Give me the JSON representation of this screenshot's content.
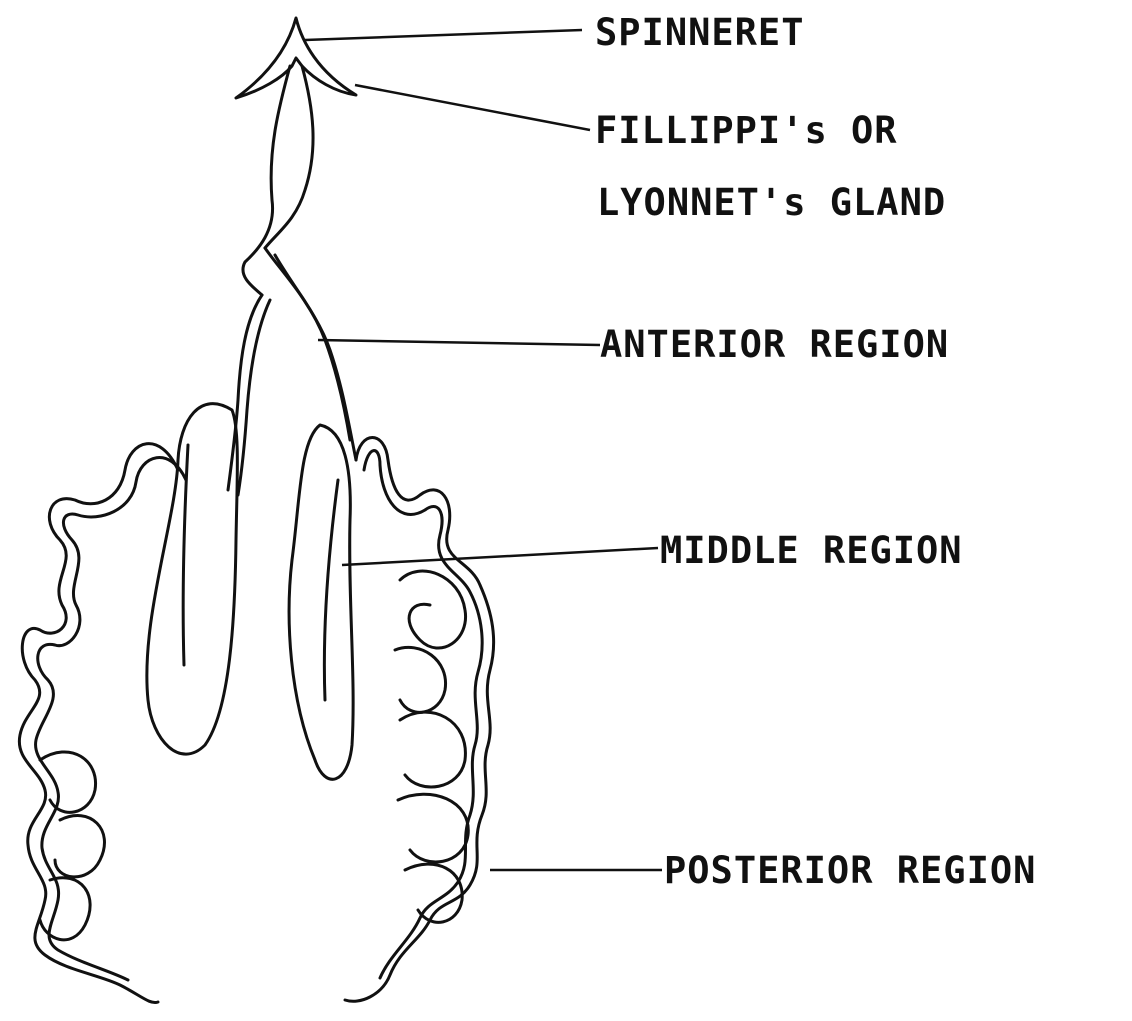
{
  "diagram": {
    "labels": {
      "spinneret": "SPINNERET",
      "fillippi_line1": "FILLIPPI's  OR",
      "fillippi_line2": "LYONNET's GLAND",
      "anterior": "ANTERIOR REGION",
      "middle": "MIDDLE REGION",
      "posterior": "POSTERIOR REGION"
    },
    "colors": {
      "ink": "#111111",
      "background": "#ffffff"
    }
  }
}
